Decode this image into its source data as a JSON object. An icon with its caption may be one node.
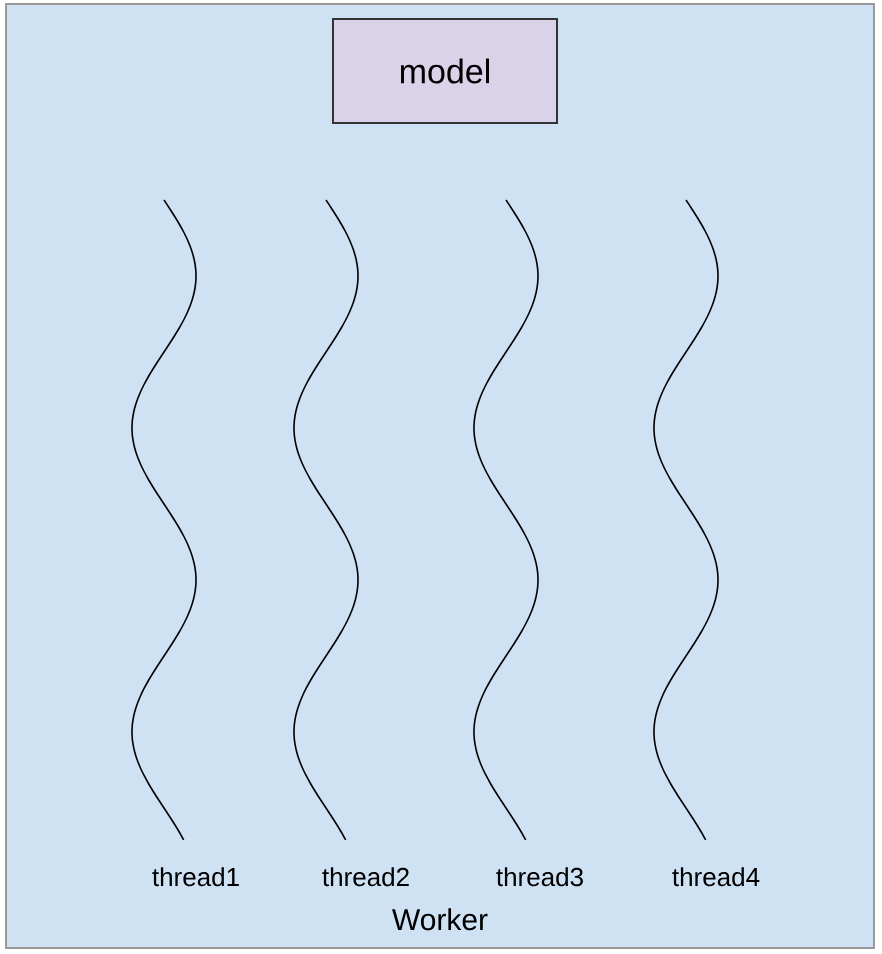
{
  "diagram": {
    "nodes": [
      {
        "text": [
          "Worker"
        ]
      },
      {
        "text": [
          "model"
        ],
        "in": 0
      }
    ],
    "labels": [
      "thread1",
      "thread2",
      "thread3",
      "thread4"
    ]
  }
}
